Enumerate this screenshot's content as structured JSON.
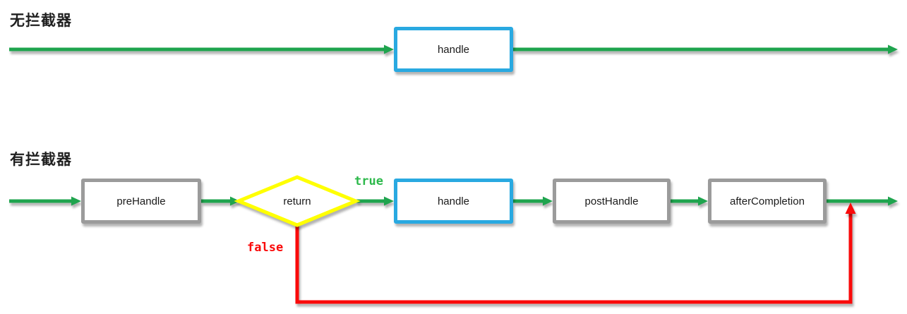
{
  "colors": {
    "arrow_green": "#1FA44E",
    "true_label_green": "#2DB94B",
    "false_red": "#FA0A0A",
    "handle_border_blue": "#29A9E1",
    "interceptor_border_gray": "#9B9B9B",
    "decision_border_yellow": "#FFFF00",
    "title_text": "#1F1F1F",
    "node_text": "#1A1A1A",
    "background": "#FFFFFF"
  },
  "no_interceptor": {
    "title": "无拦截器",
    "handle_label": "handle"
  },
  "with_interceptor": {
    "title": "有拦截器",
    "prehandle_label": "preHandle",
    "decision_label": "return",
    "true_label": "true",
    "false_label": "false",
    "handle_label": "handle",
    "posthandle_label": "postHandle",
    "aftercompletion_label": "afterCompletion"
  }
}
